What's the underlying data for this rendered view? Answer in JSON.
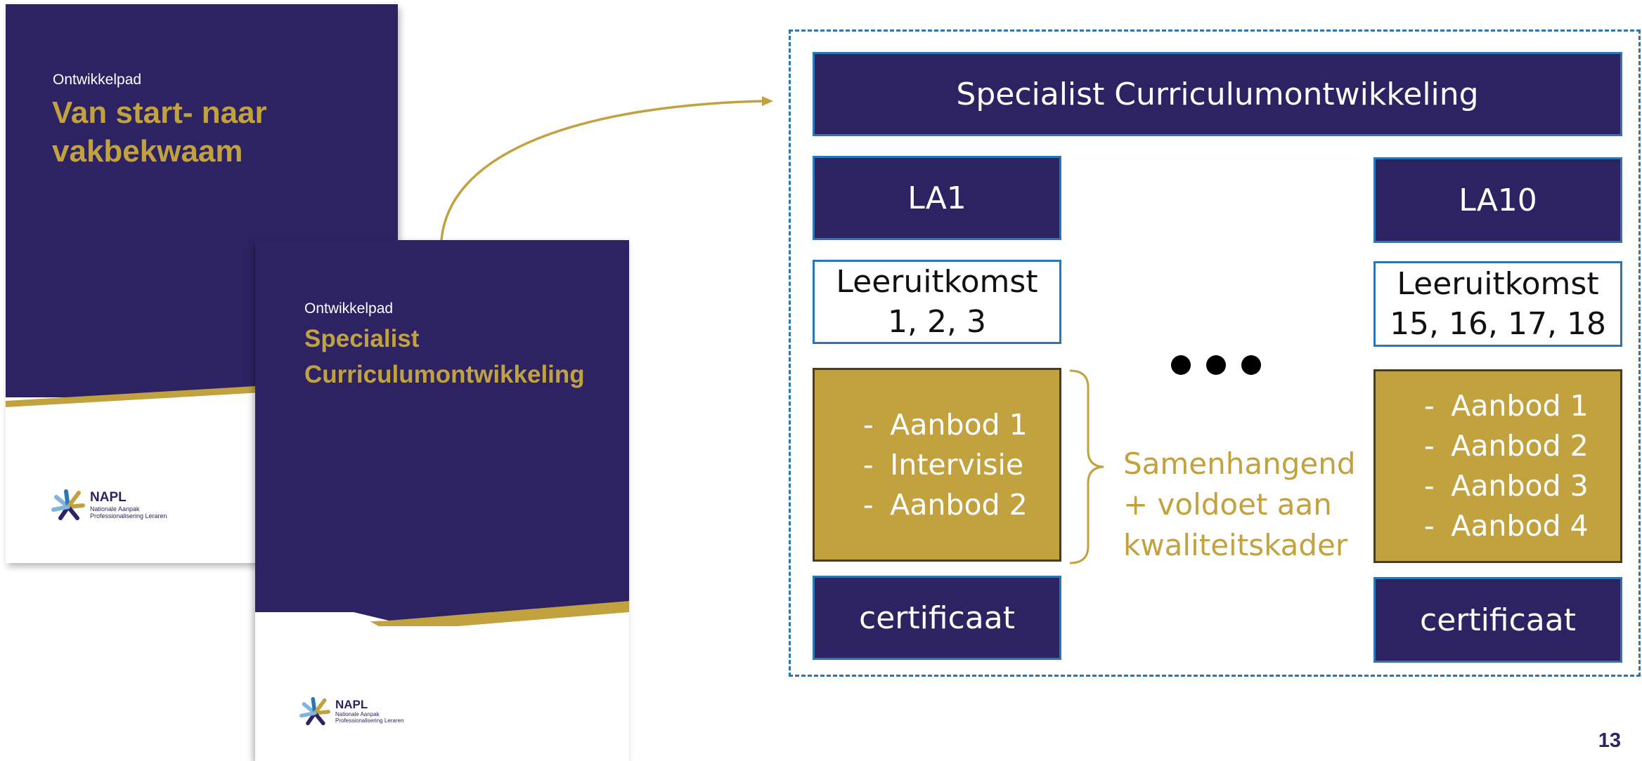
{
  "covers": [
    {
      "kicker": "Ontwikkelpad",
      "title_line1": "Van start- naar",
      "title_line2": "vakbekwaam",
      "logo_name": "NAPL",
      "logo_sub1": "Nationale Aanpak",
      "logo_sub2": "Professionalisering Leraren"
    },
    {
      "kicker": "Ontwikkelpad",
      "title_line1": "Specialist",
      "title_line2": "Curriculumontwikkeling",
      "logo_name": "NAPL",
      "logo_sub1": "Nationale Aanpak",
      "logo_sub2": "Professionalisering Leraren"
    }
  ],
  "diagram": {
    "header": "Specialist Curriculumontwikkeling",
    "left": {
      "la": "LA1",
      "outcome_line1": "Leeruitkomst",
      "outcome_line2": "1, 2, 3",
      "items": [
        "Aanbod 1",
        "Intervisie",
        "Aanbod 2"
      ],
      "certificate": "certificaat"
    },
    "right": {
      "la": "LA10",
      "outcome_line1": "Leeruitkomst",
      "outcome_line2": "15, 16, 17, 18",
      "items": [
        "Aanbod 1",
        "Aanbod 2",
        "Aanbod 3",
        "Aanbod 4"
      ],
      "certificate": "certificaat"
    },
    "dash": "-",
    "bracket_text": [
      "Samenhangend",
      "+ voldoet aan",
      "kwaliteitskader"
    ]
  },
  "page_number": "13",
  "colors": {
    "navy": "#2d2363",
    "gold": "#c2a13f",
    "blue_border": "#2a77b4"
  }
}
